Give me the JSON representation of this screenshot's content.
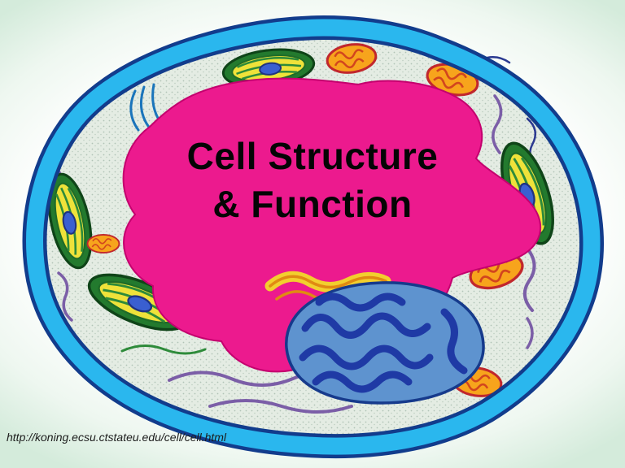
{
  "slide": {
    "title": {
      "line1": "Cell Structure",
      "line2": "& Function"
    },
    "source_url": "http://koning.ecsu.ctstateu.edu/cell/cell.html"
  },
  "illustration": {
    "subject": "plant-cell-cross-section",
    "organelles": [
      "cell-wall",
      "cell-membrane",
      "cytoplasm",
      "central-vacuole",
      "nucleus",
      "chloroplast",
      "mitochondrion",
      "endoplasmic-reticulum",
      "golgi-apparatus"
    ],
    "colors": {
      "membrane_cyan": "#2ab7ee",
      "membrane_outline_navy": "#123c8c",
      "cytoplasm": "#e4ece3",
      "vacuole_magenta": "#ec1a8e",
      "nucleus_blue": "#5e93cf",
      "chromatin_navy": "#1f3aa5",
      "chloroplast_green": "#237a2e",
      "chloroplast_yellow": "#efe23a",
      "mitochondrion_orange": "#f7a41c",
      "mitochondrion_outline": "#c1272d",
      "er_purple": "#7b5ea7",
      "er_blue": "#2b3990"
    }
  }
}
